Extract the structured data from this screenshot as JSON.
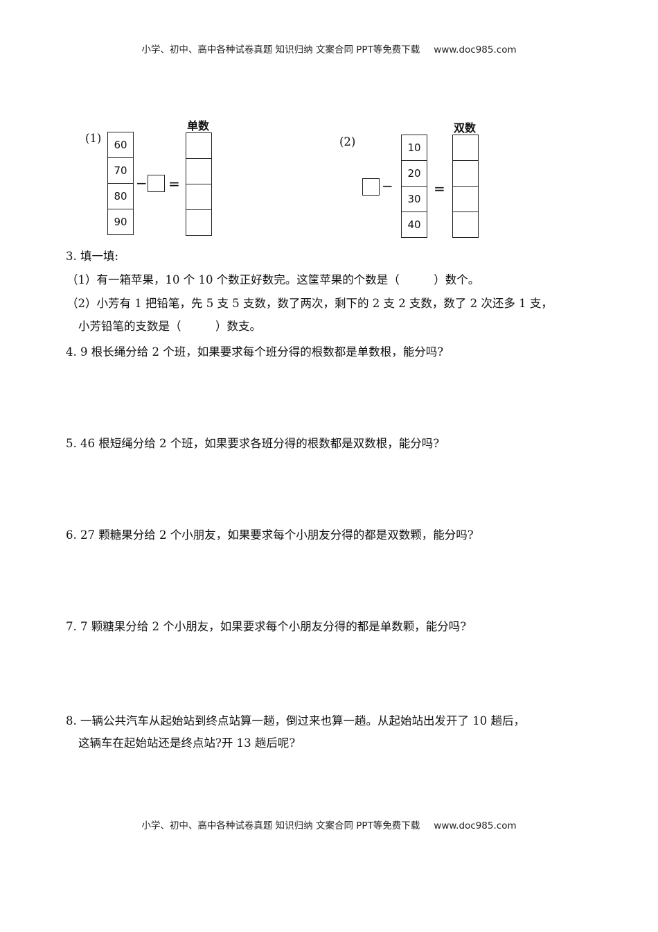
{
  "header": {
    "text": "小学、初中、高中各种试卷真题 知识归纳 文案合同 PPT等免费下载",
    "url": "www.doc985.com"
  },
  "footer": {
    "text": "小学、初中、高中各种试卷真题 知识归纳 文案合同 PPT等免费下载",
    "url": "www.doc985.com"
  },
  "diagram1": {
    "label": "(1)",
    "title": "单数",
    "values": [
      "60",
      "70",
      "80",
      "90"
    ],
    "minus": "−",
    "equals": "="
  },
  "diagram2": {
    "label": "(2)",
    "title": "双数",
    "values": [
      "10",
      "20",
      "30",
      "40"
    ],
    "minus": "−",
    "equals": "="
  },
  "q3": {
    "title": "3. 填一填:",
    "p1": "（1）有一箱苹果，10 个 10 个数正好数完。这筐苹果的个数是（　　　）数个。",
    "p2a": "（2）小芳有 1 把铅笔，先 5 支 5 支数，数了两次，剩下的 2 支 2 支数，数了 2 次还多 1 支，",
    "p2b": "小芳铅笔的支数是（　　　）数支。"
  },
  "q4": "4. 9 根长绳分给 2 个班，如果要求每个班分得的根数都是单数根，能分吗?",
  "q5": "5. 46 根短绳分给 2 个班，如果要求各班分得的根数都是双数根，能分吗?",
  "q6": "6. 27 颗糖果分给 2 个小朋友，如果要求每个小朋友分得的都是双数颗，能分吗?",
  "q7": "7. 7 颗糖果分给 2 个小朋友，如果要求每个小朋友分得的都是单数颗，能分吗?",
  "q8": {
    "line1": "8. 一辆公共汽车从起始站到终点站算一趟，倒过来也算一趟。从起始站出发开了 10 趟后，",
    "line2": "这辆车在起始站还是终点站?开 13 趟后呢?"
  }
}
